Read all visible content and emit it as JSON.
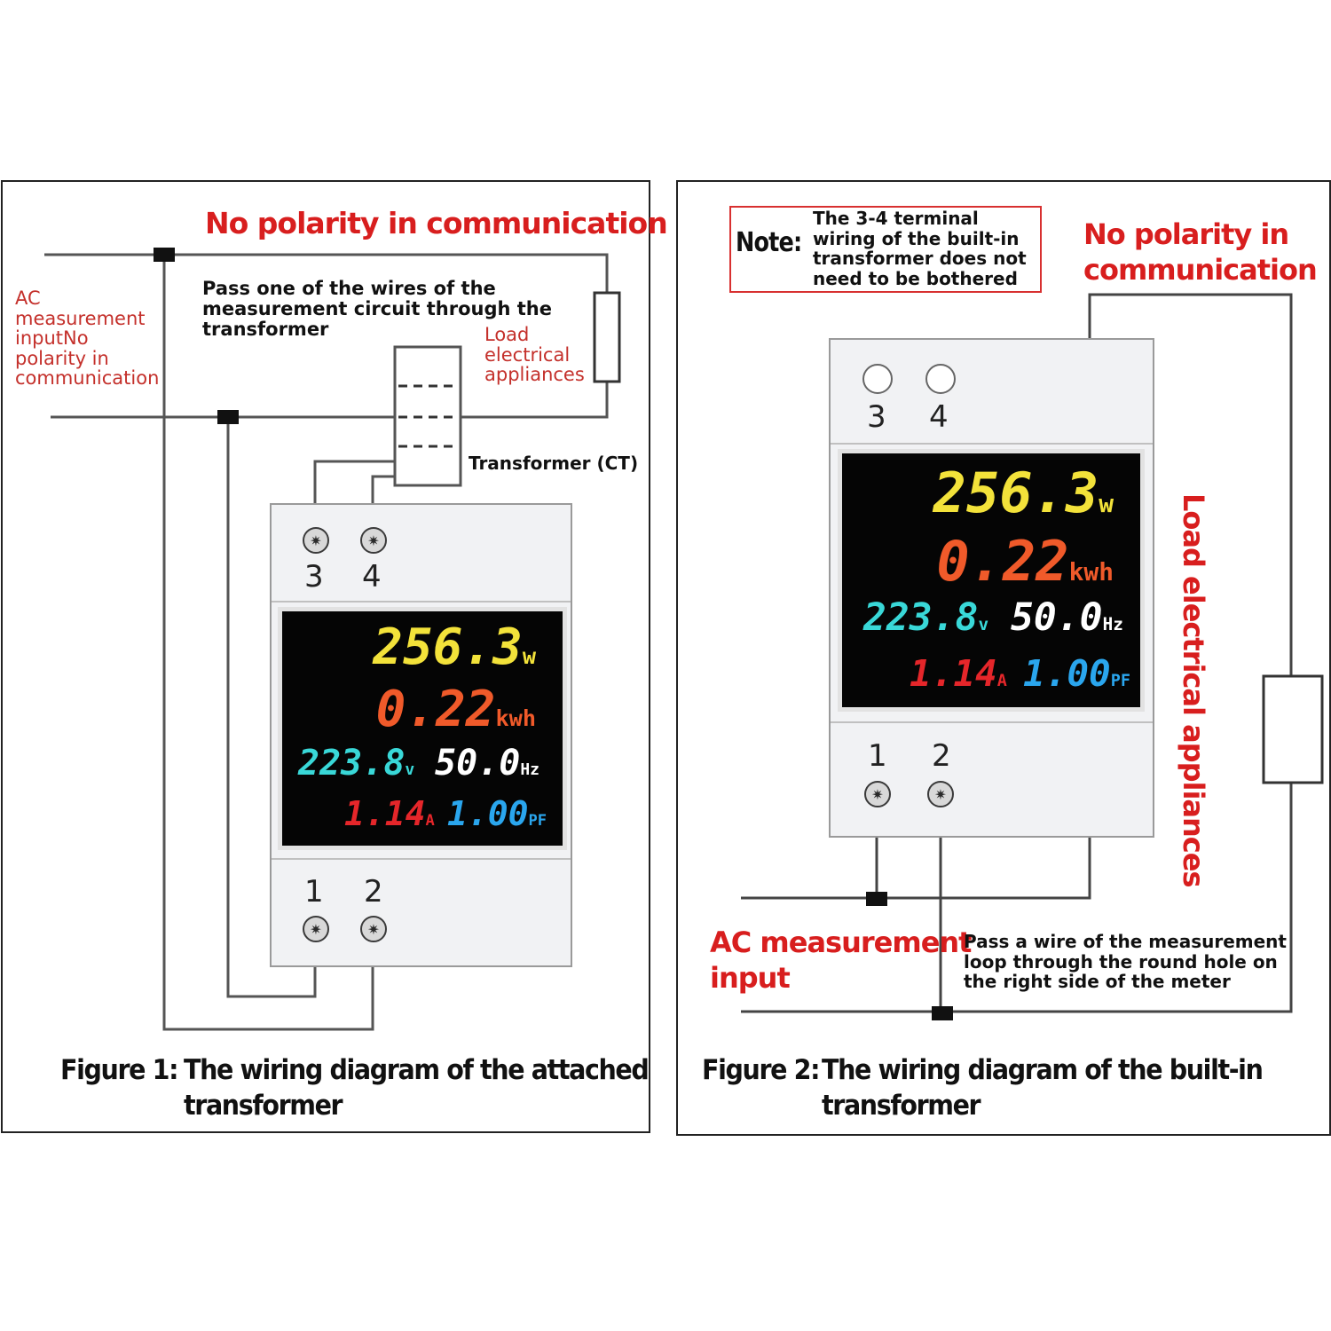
{
  "figure1": {
    "title_red": "No polarity in communication",
    "ac_input": [
      "AC",
      "measurement",
      "inputNo",
      "polarity in",
      "communication"
    ],
    "pass_wire": [
      "Pass one of the wires of the",
      "measurement circuit through the",
      "transformer"
    ],
    "load": [
      "Load",
      "electrical",
      "appliances"
    ],
    "transformer_label": "Transformer (CT)",
    "terminals_top": [
      "3",
      "4"
    ],
    "terminals_bottom": [
      "1",
      "2"
    ],
    "caption_prefix": "Figure 1:",
    "caption_lines": [
      "The wiring diagram of the attached",
      "transformer"
    ]
  },
  "figure2": {
    "note_label": "Note:",
    "note_text": [
      "The 3-4 terminal",
      "wiring of the built-in",
      "transformer does not",
      "need to be bothered"
    ],
    "title_red": [
      "No polarity in",
      "communication"
    ],
    "load_vertical": "Load electrical appliances",
    "terminals_top": [
      "3",
      "4"
    ],
    "terminals_bottom": [
      "1",
      "2"
    ],
    "ac_input": [
      "AC measurement",
      "input"
    ],
    "pass_wire": [
      "Pass a wire of the measurement",
      "loop through the round hole on",
      "the right side of the meter"
    ],
    "caption_prefix": "Figure 2:",
    "caption_lines": [
      "The wiring diagram of the built-in",
      "transformer"
    ]
  },
  "display": {
    "power": "256.3",
    "power_unit": "w",
    "energy": "0.22",
    "energy_unit": "kwh",
    "voltage": "223.8",
    "voltage_unit": "v",
    "frequency": "50.0",
    "frequency_unit": "Hz",
    "current": "1.14",
    "current_unit": "A",
    "pf": "1.00",
    "pf_unit": "PF"
  },
  "colors": {
    "title_red": "#d81e1e",
    "label_red": "#c4302b",
    "power": "#f3e23a",
    "energy": "#f05a2a",
    "voltage": "#39d8d8",
    "frequency": "#ffffff",
    "current": "#e5262a",
    "pf": "#2aa6ee"
  }
}
